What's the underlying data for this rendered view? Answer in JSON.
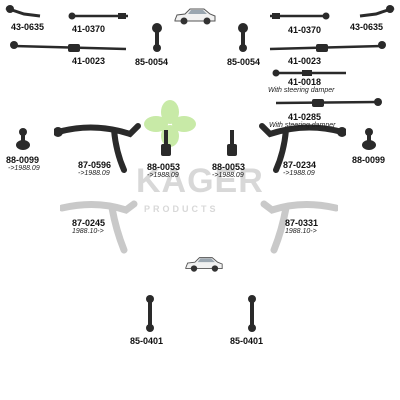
{
  "parts": {
    "p1": "43-0635",
    "p2": "41-0370",
    "p3": "41-0023",
    "p4": "85-0054",
    "p5": "85-0054",
    "p6": "41-0370",
    "p7": "41-0023",
    "p8": "43-0635",
    "p9": "41-0018",
    "p9_note": "With steering damper",
    "p10": "41-0285",
    "p10_note": "With steering damper",
    "p11": "88-0099",
    "p11_note": "->1988.09",
    "p12": "87-0596",
    "p12_note": "->1988.09",
    "p13": "88-0053",
    "p13_note": "->1988.09",
    "p14": "88-0053",
    "p14_note": "->1988.09",
    "p15": "87-0234",
    "p15_note": "->1988.09",
    "p16": "88-0099",
    "p17": "87-0245",
    "p17_note": "1988.10->",
    "p18": "87-0331",
    "p18_note": "1988.10->",
    "p19": "85-0401",
    "p20": "85-0401"
  },
  "watermark": {
    "brand": "KAGER",
    "sub": "PRODUCTS"
  },
  "colors": {
    "part": "#2a2a2a",
    "part_light": "#c9c9c9",
    "clover": "#8fd34a",
    "watermark": "#d8d8d8"
  }
}
